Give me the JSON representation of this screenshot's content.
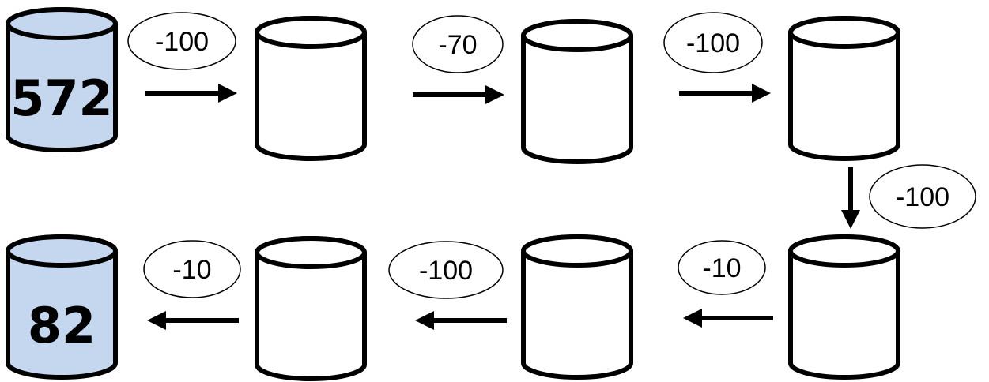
{
  "colors": {
    "filled": "#c5d6ef",
    "empty": "#ffffff",
    "outline": "#000000"
  },
  "cylinders": [
    {
      "id": "c1",
      "filled": true,
      "value": "572"
    },
    {
      "id": "c2",
      "filled": false,
      "value": ""
    },
    {
      "id": "c3",
      "filled": false,
      "value": ""
    },
    {
      "id": "c4",
      "filled": false,
      "value": ""
    },
    {
      "id": "c5",
      "filled": false,
      "value": ""
    },
    {
      "id": "c6",
      "filled": false,
      "value": ""
    },
    {
      "id": "c7",
      "filled": false,
      "value": ""
    },
    {
      "id": "c8",
      "filled": true,
      "value": "82"
    }
  ],
  "steps": [
    {
      "from": "c1",
      "to": "c2",
      "direction": "right",
      "label": "-100"
    },
    {
      "from": "c2",
      "to": "c3",
      "direction": "right",
      "label": "-70"
    },
    {
      "from": "c3",
      "to": "c4",
      "direction": "right",
      "label": "-100"
    },
    {
      "from": "c4",
      "to": "c5",
      "direction": "down",
      "label": "-100"
    },
    {
      "from": "c5",
      "to": "c6",
      "direction": "left",
      "label": "-10"
    },
    {
      "from": "c6",
      "to": "c7",
      "direction": "left",
      "label": "-100"
    },
    {
      "from": "c7",
      "to": "c8",
      "direction": "left",
      "label": "-10"
    }
  ]
}
